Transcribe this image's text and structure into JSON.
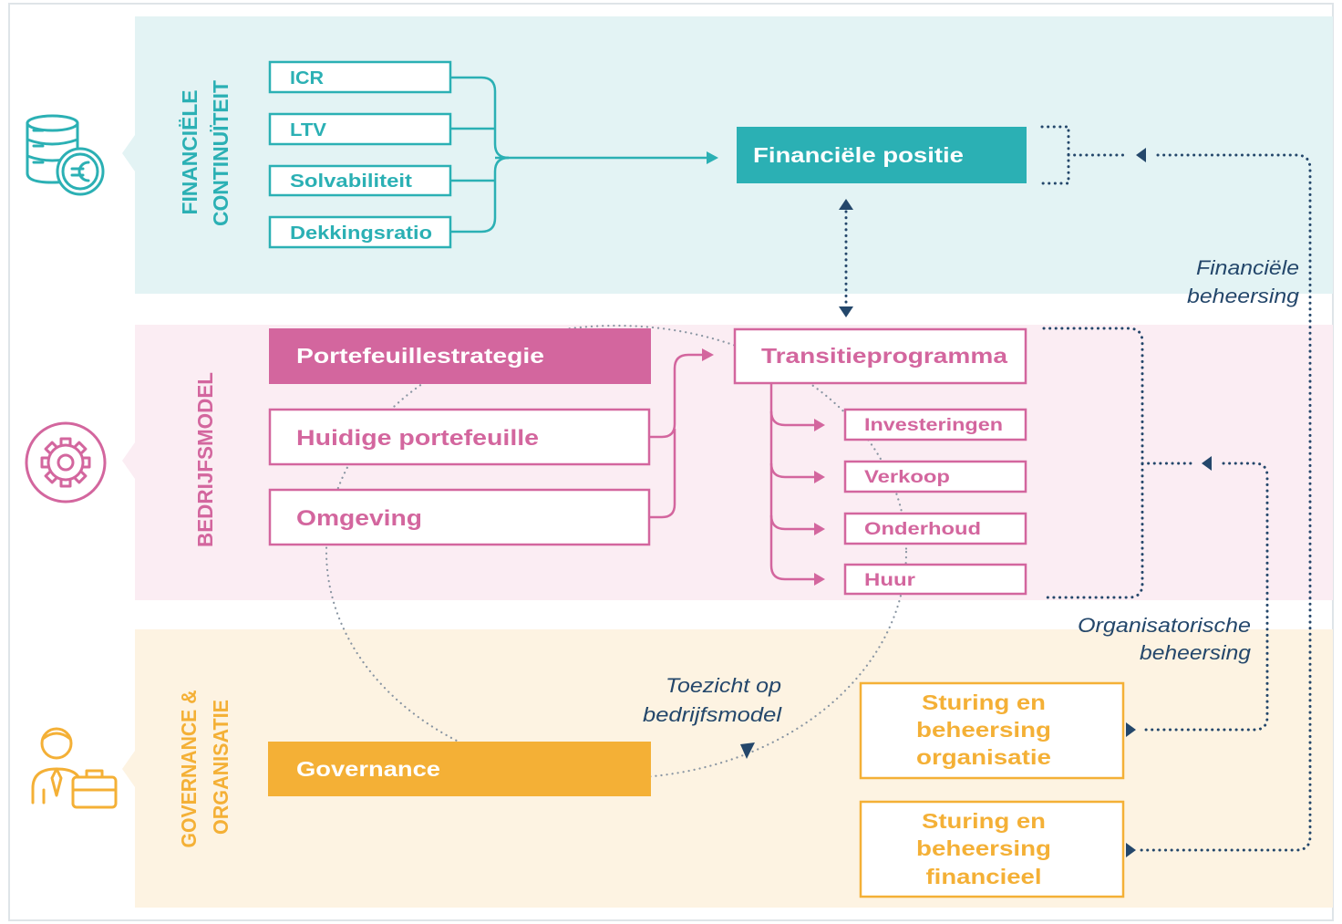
{
  "sections": {
    "financial": {
      "label_lines": [
        "FINANCIËLE",
        "CONTINUÏTEIT"
      ],
      "indicators": [
        "ICR",
        "LTV",
        "Solvabiliteit",
        "Dekkingsratio"
      ],
      "outcome": "Financiële positie"
    },
    "business_model": {
      "label": "BEDRIJFSMODEL",
      "strategy": "Portefeuillestrategie",
      "inputs": [
        "Huidige portefeuille",
        "Omgeving"
      ],
      "program": "Transitieprogramma",
      "program_items": [
        "Investeringen",
        "Verkoop",
        "Onderhoud",
        "Huur"
      ]
    },
    "governance": {
      "label_lines": [
        "GOVERNANCE &",
        "ORGANISATIE"
      ],
      "governance": "Governance",
      "control_boxes": [
        {
          "lines": [
            "Sturing en",
            "beheersing",
            "organisatie"
          ]
        },
        {
          "lines": [
            "Sturing en",
            "beheersing",
            "financieel"
          ]
        }
      ]
    }
  },
  "annotations": {
    "financial_control": [
      "Financiële",
      "beheersing"
    ],
    "organisational_control": [
      "Organisatorische",
      "beheersing"
    ],
    "oversight": [
      "Toezicht op",
      "bedrijfsmodel"
    ]
  },
  "icons": {
    "financial": "database-euro-icon",
    "business_model": "gear-icon",
    "governance": "person-briefcase-icon"
  },
  "colors": {
    "teal": "#2bb0b4",
    "pink": "#d3669e",
    "orange": "#f4b036",
    "navy": "#24476b",
    "gray_dot": "#8a96a3",
    "band_teal": "#e3f3f4",
    "band_pink": "#fbedf3",
    "band_orange": "#fdf3e2"
  }
}
